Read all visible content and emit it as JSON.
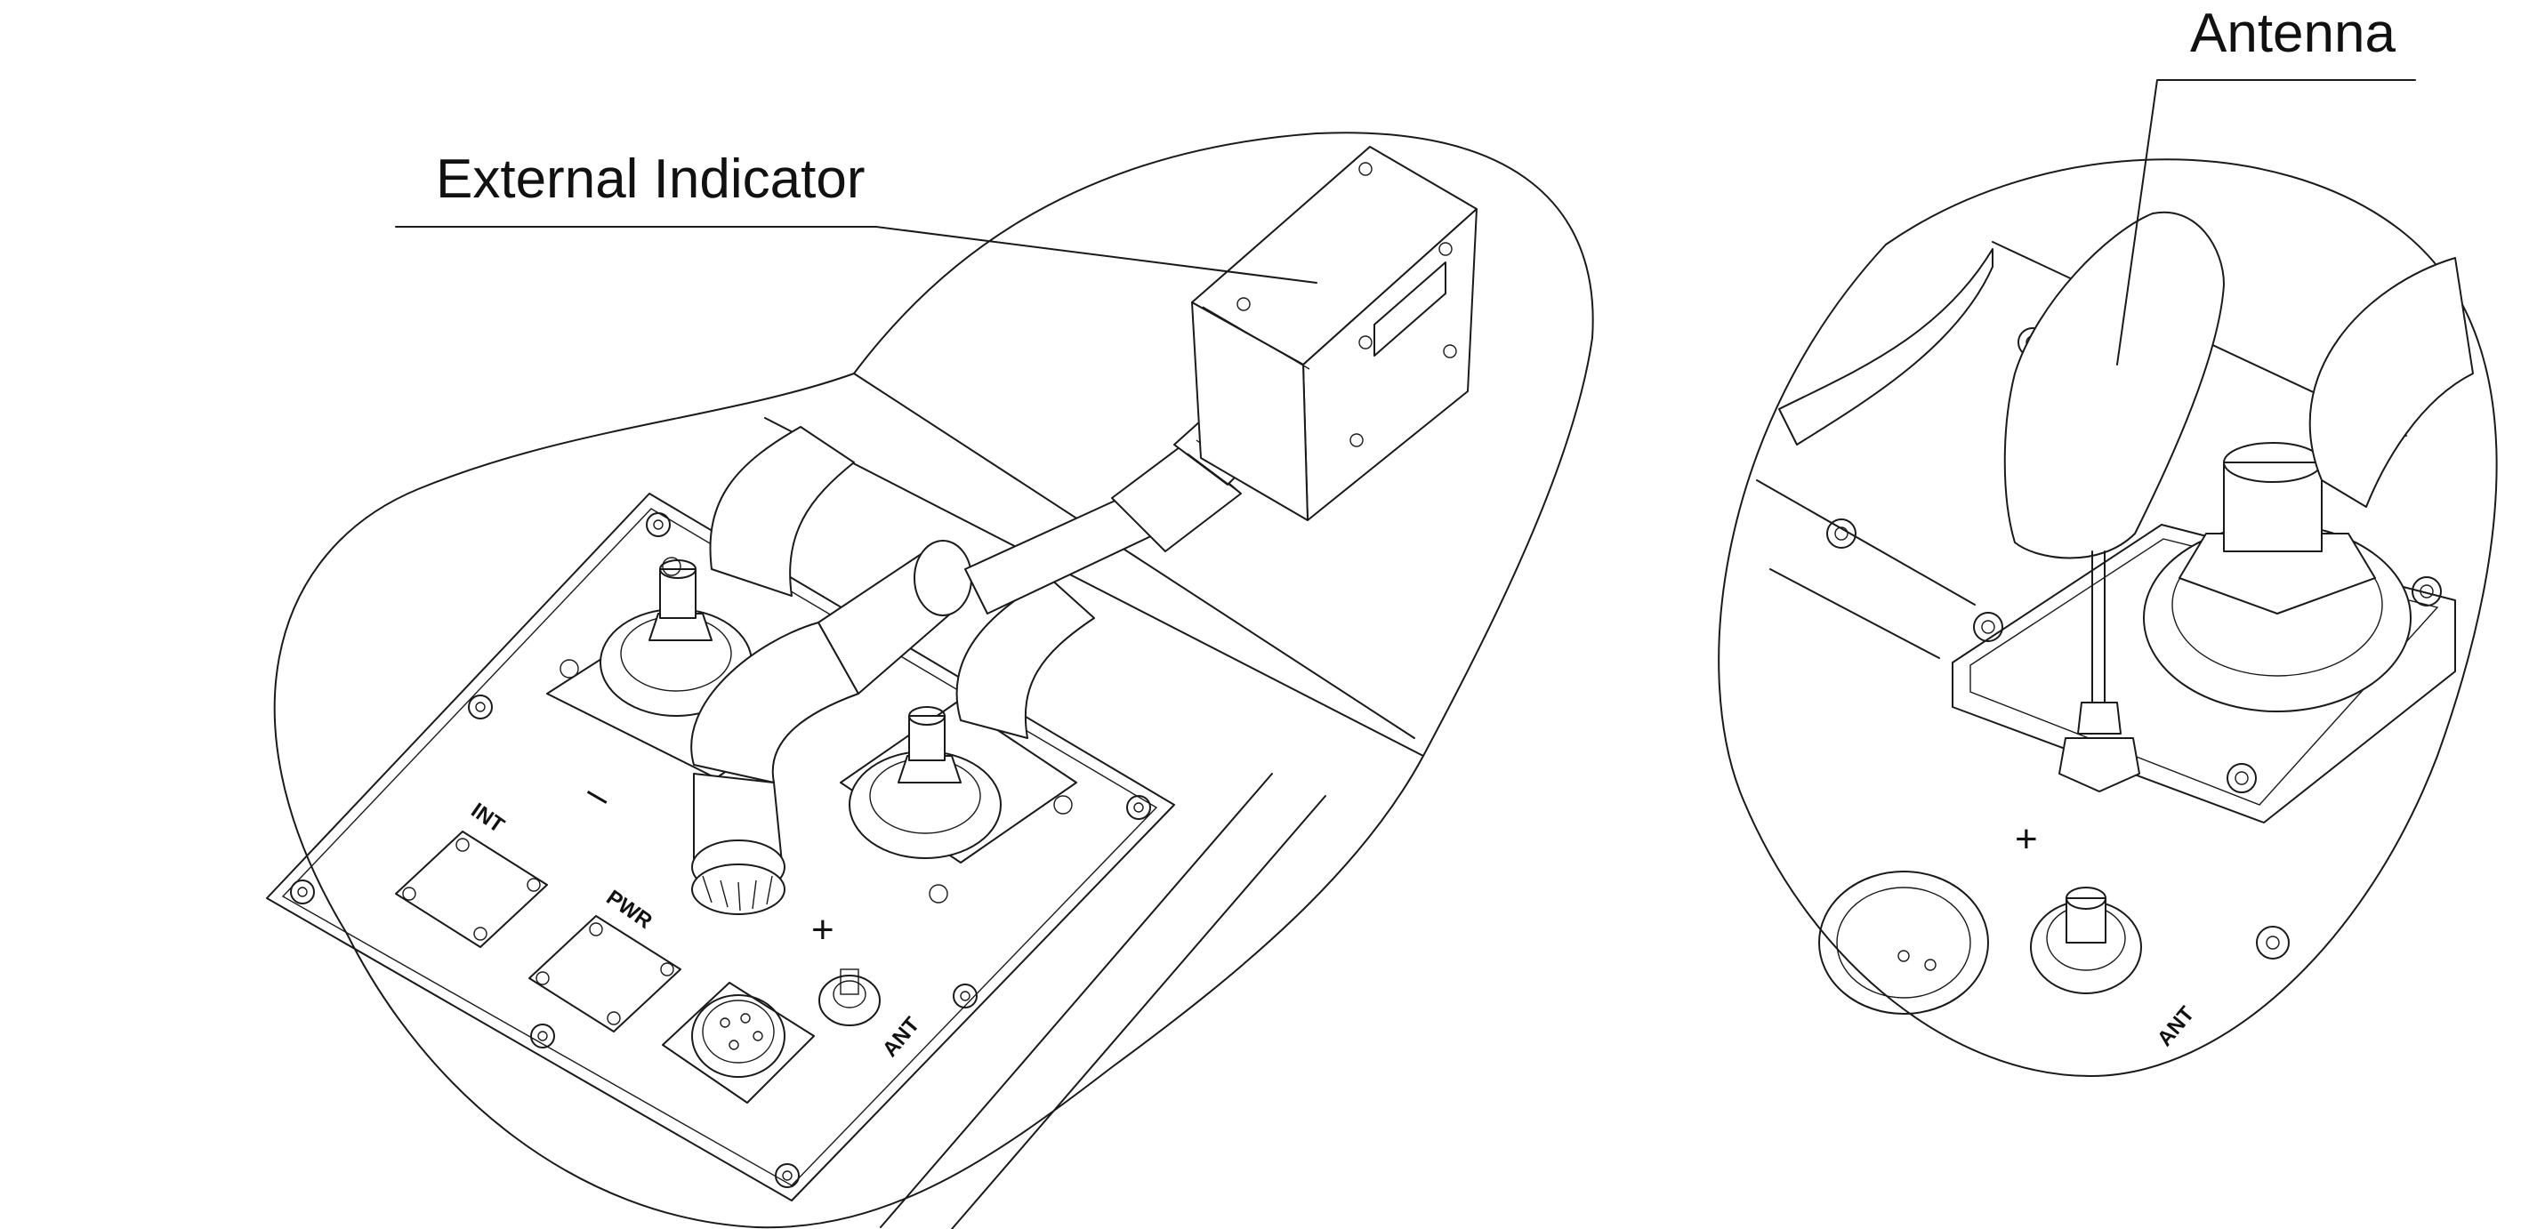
{
  "callouts": {
    "external_indicator": "External Indicator",
    "antenna": "Antenna"
  },
  "panel_markings": {
    "int": "INT",
    "pwr": "PWR",
    "ant": "ANT",
    "minus": "–",
    "plus": "+"
  },
  "detail_markings": {
    "ant": "ANT",
    "plus": "+"
  },
  "colors": {
    "line": "#1a1a1a",
    "background": "#ffffff"
  }
}
